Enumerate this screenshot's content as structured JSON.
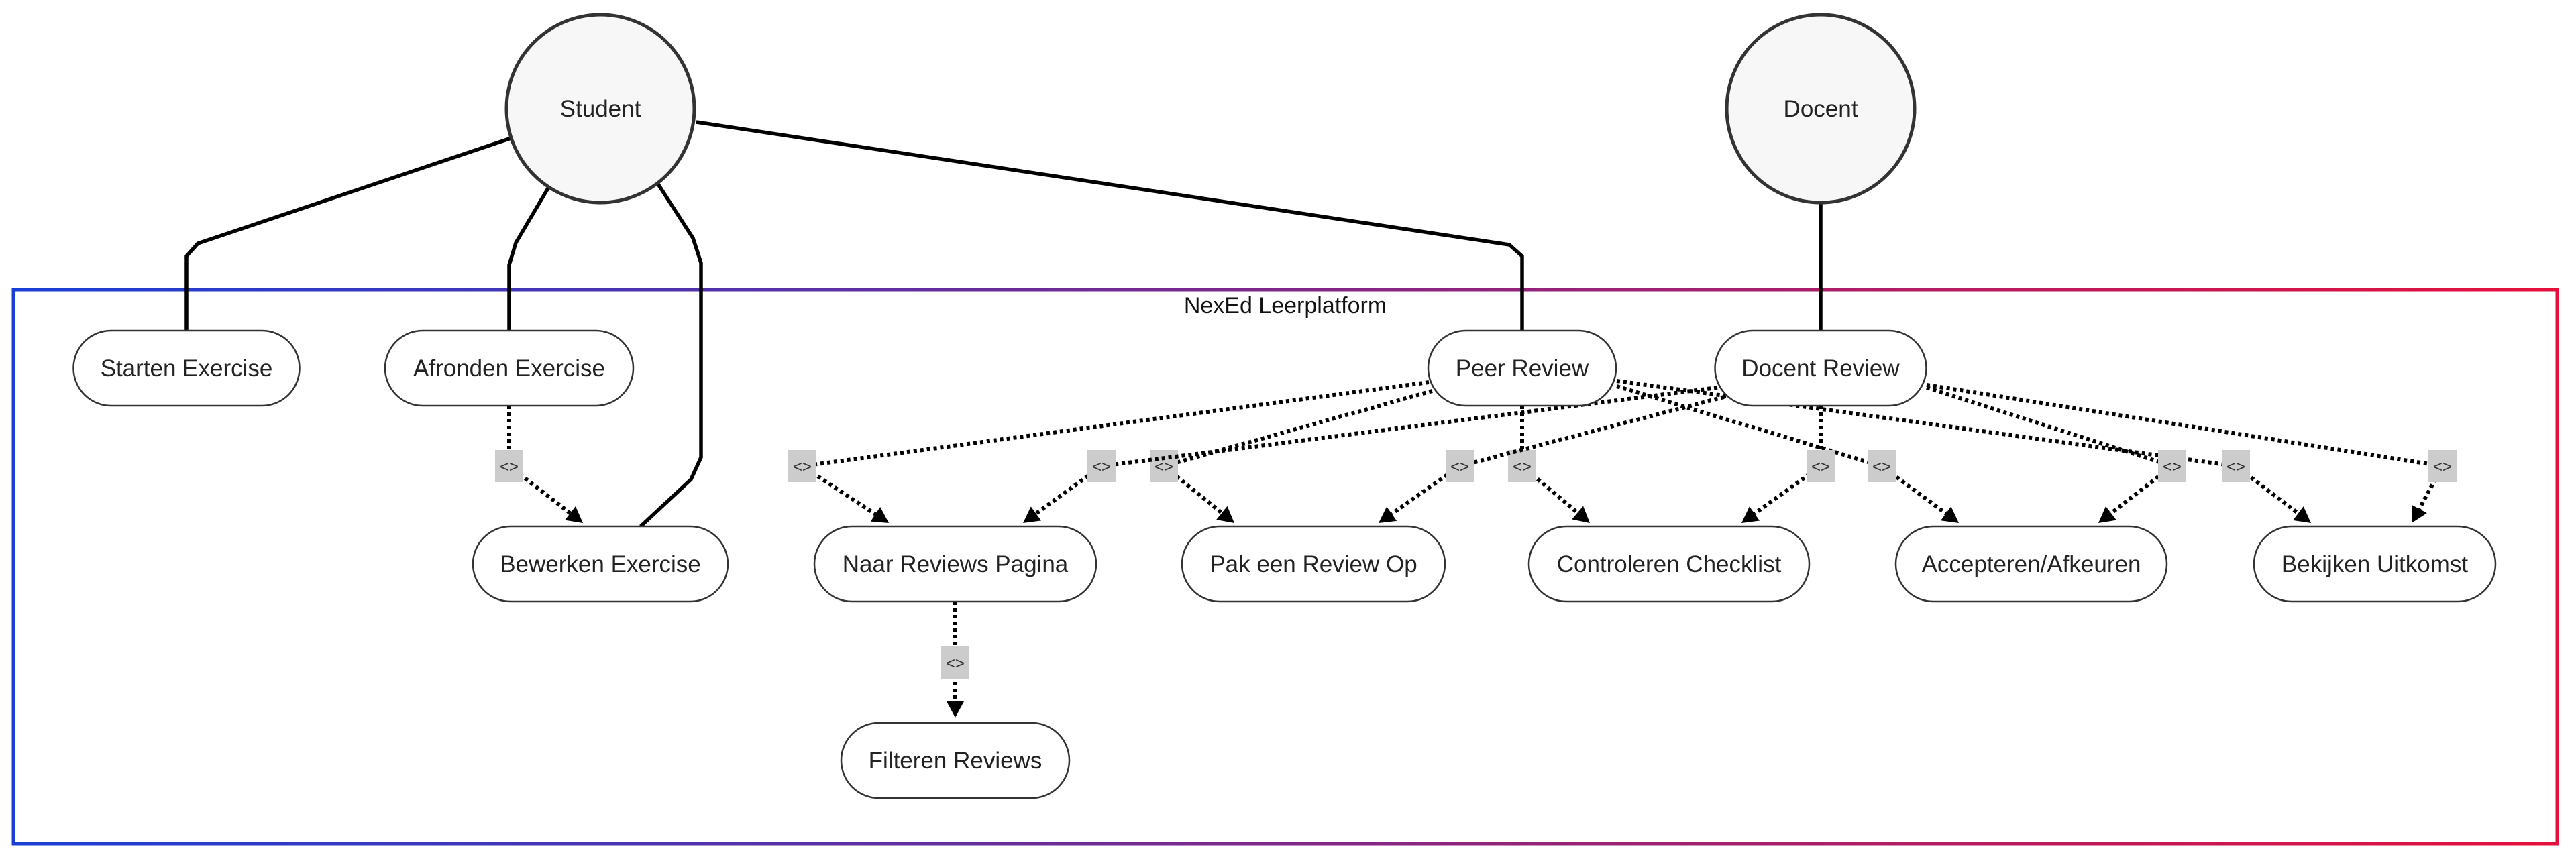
{
  "boundary": {
    "label": "NexEd Leerplatform",
    "gradient_start": "#1a3fd6",
    "gradient_end": "#e5103c"
  },
  "actors": [
    {
      "id": "student",
      "label": "Student"
    },
    {
      "id": "docent",
      "label": "Docent"
    }
  ],
  "usecases": [
    {
      "id": "starten",
      "label": "Starten Exercise"
    },
    {
      "id": "afronden",
      "label": "Afronden Exercise"
    },
    {
      "id": "peer",
      "label": "Peer Review"
    },
    {
      "id": "docentreview",
      "label": "Docent Review"
    },
    {
      "id": "bewerken",
      "label": "Bewerken Exercise"
    },
    {
      "id": "naar",
      "label": "Naar Reviews Pagina"
    },
    {
      "id": "pak",
      "label": "Pak een Review Op"
    },
    {
      "id": "controleren",
      "label": "Controleren Checklist"
    },
    {
      "id": "accepteren",
      "label": "Accepteren/Afkeuren"
    },
    {
      "id": "bekijken",
      "label": "Bekijken Uitkomst"
    },
    {
      "id": "filteren",
      "label": "Filteren Reviews"
    }
  ],
  "associations": [
    {
      "from": "student",
      "to": "starten"
    },
    {
      "from": "student",
      "to": "afronden"
    },
    {
      "from": "student",
      "to": "bewerken"
    },
    {
      "from": "student",
      "to": "peer"
    },
    {
      "from": "docent",
      "to": "docentreview"
    }
  ],
  "relation_label": "<>",
  "relations": [
    {
      "from": "afronden",
      "to": "bewerken"
    },
    {
      "from": "peer",
      "to": "naar"
    },
    {
      "from": "peer",
      "to": "pak"
    },
    {
      "from": "peer",
      "to": "controleren"
    },
    {
      "from": "peer",
      "to": "accepteren"
    },
    {
      "from": "peer",
      "to": "bekijken"
    },
    {
      "from": "docentreview",
      "to": "naar"
    },
    {
      "from": "docentreview",
      "to": "pak"
    },
    {
      "from": "docentreview",
      "to": "controleren"
    },
    {
      "from": "docentreview",
      "to": "accepteren"
    },
    {
      "from": "docentreview",
      "to": "bekijken"
    },
    {
      "from": "naar",
      "to": "filteren"
    }
  ]
}
